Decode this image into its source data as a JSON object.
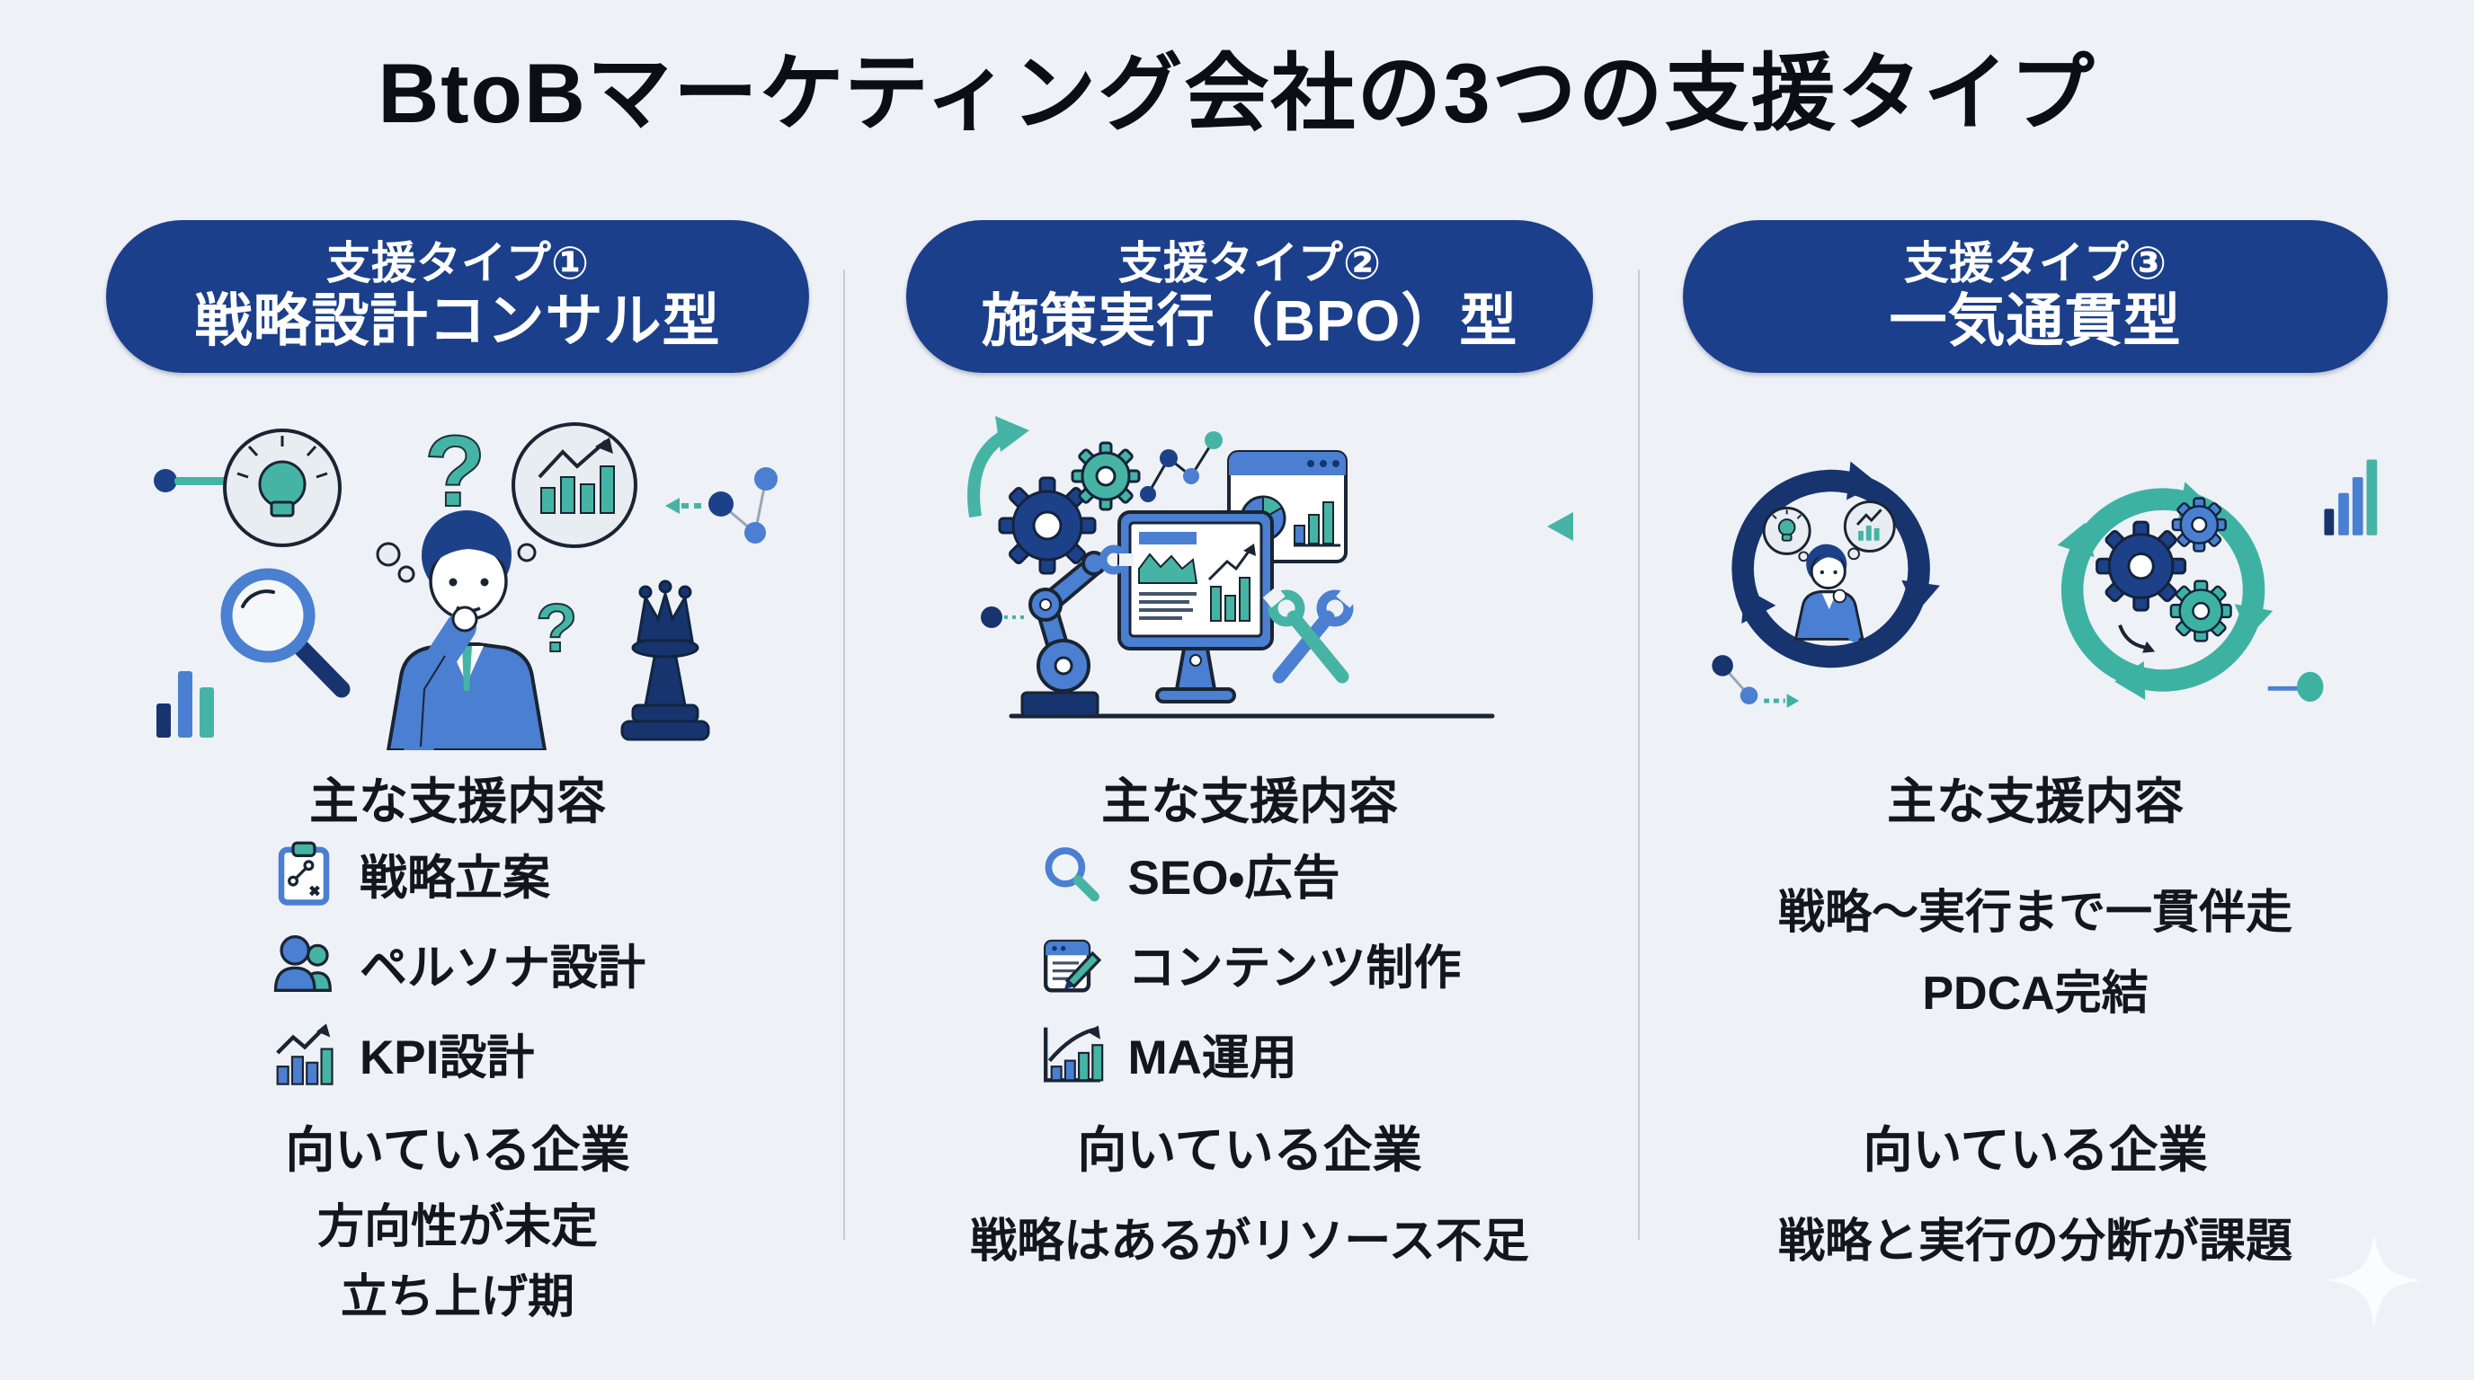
{
  "title": "BtoBマーケティング会社の3つの支援タイプ",
  "colors": {
    "background": "#eef1f6",
    "pill_navy": "#1b3f8a",
    "accent_blue": "#4a7fd1",
    "accent_teal": "#46b4a4",
    "dark_navy": "#17346f",
    "text_black": "#14161c",
    "divider_gray": "#c7ccd5"
  },
  "columns": [
    {
      "pill": {
        "line1": "支援タイプ①",
        "line2": "戦略設計コンサル型"
      },
      "illustration": "thinking-consultant",
      "services": {
        "heading": "主な支援内容",
        "items": [
          {
            "icon": "strategy-clipboard-icon",
            "label": "戦略立案"
          },
          {
            "icon": "persona-people-icon",
            "label": "ペルソナ設計"
          },
          {
            "icon": "kpi-chart-icon",
            "label": "KPI設計"
          }
        ]
      },
      "suited": {
        "heading": "向いている企業",
        "lines": [
          "方向性が未定",
          "立ち上げ期"
        ]
      }
    },
    {
      "pill": {
        "line1": "支援タイプ②",
        "line2": "施策実行（BPO）型"
      },
      "illustration": "automation-robot-dashboard",
      "services": {
        "heading": "主な支援内容",
        "items": [
          {
            "icon": "search-icon",
            "label": "SEO・広告"
          },
          {
            "icon": "content-edit-icon",
            "label": "コンテンツ制作"
          },
          {
            "icon": "ma-growth-chart-icon",
            "label": "MA運用"
          }
        ]
      },
      "suited": {
        "heading": "向いている企業",
        "lines": [
          "戦略はあるがリソース不足"
        ]
      }
    },
    {
      "pill": {
        "line1": "支援タイプ③",
        "line2": "一気通貫型"
      },
      "illustration": "pdca-cycle-loops",
      "services": {
        "heading": "主な支援内容",
        "lines": [
          "戦略～実行まで一貫伴走",
          "PDCA完結"
        ]
      },
      "suited": {
        "heading": "向いている企業",
        "lines": [
          "戦略と実行の分断が課題"
        ]
      }
    }
  ]
}
